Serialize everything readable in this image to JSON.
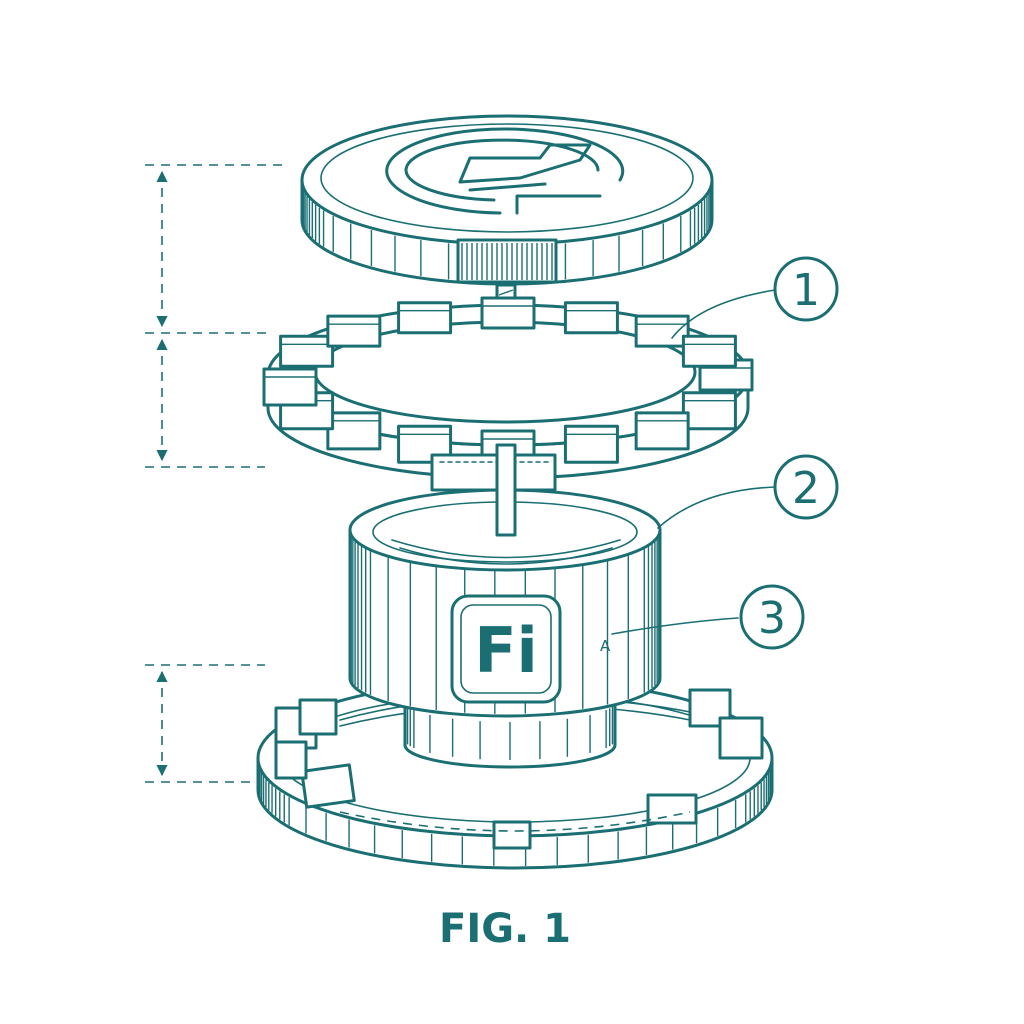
{
  "callouts": [
    {
      "number": "1"
    },
    {
      "number": "2"
    },
    {
      "number": "3"
    }
  ],
  "logo": {
    "text": "Fi"
  },
  "label_a": "A",
  "caption": "FIG. 1",
  "colors": {
    "ink": "#1b6f73",
    "background": "#ffffff"
  }
}
